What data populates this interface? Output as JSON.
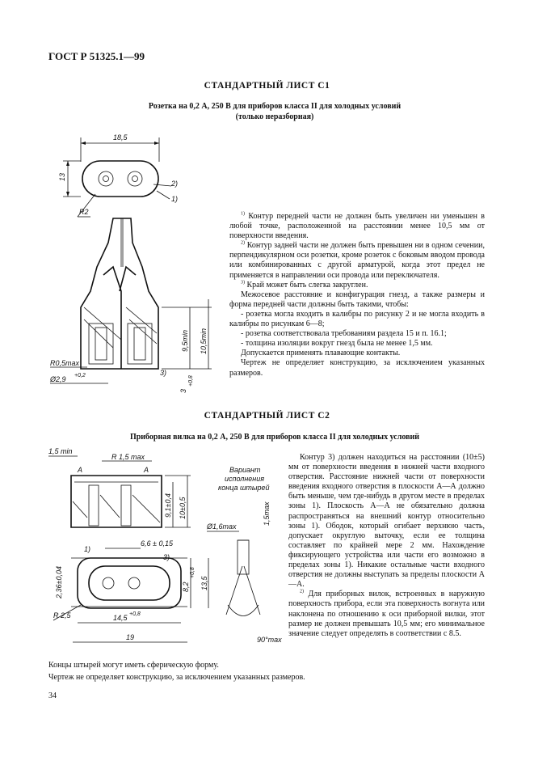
{
  "header": {
    "doc_code": "ГОСТ Р 51325.1—99"
  },
  "sheet_c1": {
    "title": "СТАНДАРТНЫЙ ЛИСТ C1",
    "subtitle_line1": "Розетка на 0,2 А, 250 В для приборов класса II для холодных условий",
    "subtitle_line2": "(только неразборная)",
    "fig_labels": {
      "width": "18,5",
      "height": "13",
      "radius": "R2",
      "callout2": "2)",
      "callout1": "1)",
      "h1": "9,5min",
      "h2": "10,5min",
      "r_max": "R0,5max",
      "dia": "Ø2,9",
      "dia_tol": "+0,2",
      "dim3": "3",
      "dim3_tol": "+0,8",
      "callout3": "3)"
    },
    "notes": [
      {
        "mark": "1)",
        "text": "Контур передней части не должен быть увеличен ни уменьшен в любой точке, расположенной на расстоянии менее 10,5 мм от поверхности введения."
      },
      {
        "mark": "2)",
        "text": "Контур задней части не должен быть превышен ни в одном сечении, перпендикулярном оси розетки, кроме розеток с боковым вводом провода или комбинированных с другой арматурой, когда этот предел не применяется в направлении оси провода или переключателя."
      },
      {
        "mark": "3)",
        "text": "Край может быть слегка закруглен."
      }
    ],
    "para_intro": "Межосевое расстояние и конфигурация гнезд, а также размеры и форма передней части должны быть такими, чтобы:",
    "bullets": [
      "- розетка могла входить в калибры по рисунку 2 и не могла входить в калибры по рисункам 6—8;",
      "- розетка соответствовала требованиям раздела 15 и п. 16.1;",
      "- толщина изоляции вокруг гнезд была не менее 1,5 мм."
    ],
    "floating": "Допускается применять плавающие контакты.",
    "disclaimer": "Чертеж не определяет конструкцию, за исключением указанных размеров."
  },
  "sheet_c2": {
    "title": "СТАНДАРТНЫЙ ЛИСТ C2",
    "subtitle": "Приборная вилка на 0,2 А, 250 В для приборов класса II для холодных условий",
    "fig_labels": {
      "min15": "1,5 min",
      "r15max": "R 1,5 max",
      "sec_a": "А",
      "d1": "9,1±0,4",
      "d2": "10±0,5",
      "variant1": "Вариант",
      "variant2": "исполнения",
      "variant3": "конца штырей",
      "dia16": "Ø1,6max",
      "v15": "1,5max",
      "angle": "90°max",
      "c1": "1)",
      "c3": "3)",
      "h236": "2,36±0,04",
      "p66": "6,6 ± 0,15",
      "d82": "8,2",
      "d82tol": "+0,8",
      "d135": "13,5",
      "r25": "R 2,5",
      "d145": "14,5",
      "d145tol": "+0,8",
      "d19": "19"
    },
    "notes_main": [
      "Контур 3) должен находиться на расстоянии (10±5) мм от поверхности введения в нижней части входного отверстия. Расстояние нижней части от поверхности введения входного отверстия в плоскости А—А должно быть меньше, чем где-нибудь в другом месте в пределах зоны 1). Плоскость А—А не обязательно должна распространяться на внешний контур относительно зоны 1). Ободок, который огибает верхнюю часть, допускает округлую выточку, если ее толщина составляет по крайней мере 2 мм. Нахождение фиксирующего устройства или части его возможно в пределах зоны 1). Никакие остальные части входного отверстия не должны выступать за пределы плоскости А—А."
    ],
    "note2_mark": "2)",
    "note2": "Для приборных вилок, встроенных в наружную поверхность прибора, если эта поверхность вогнута или наклонена по отношению к оси приборной вилки, этот размер не должен превышать 10,5 мм; его минимальное значение следует определять в соответствии с 8.5.",
    "foot1": "Концы штырей могут иметь сферическую форму.",
    "foot2": "Чертеж не определяет конструкцию, за исключением указанных размеров."
  },
  "page_number": "34"
}
